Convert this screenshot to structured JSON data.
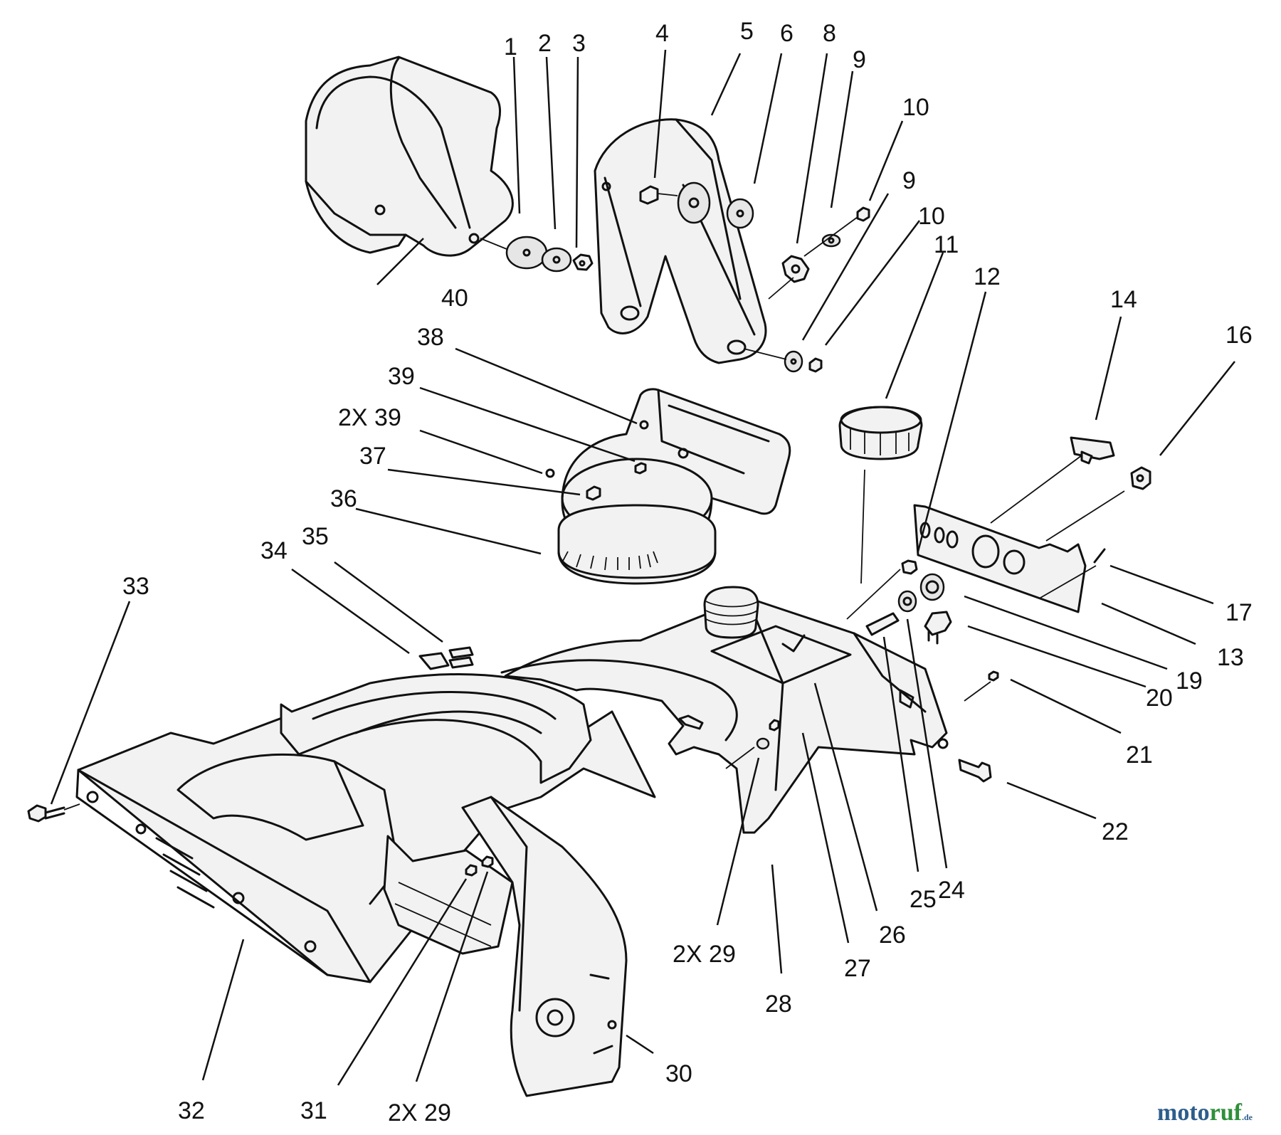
{
  "callouts": [
    {
      "id": "c1",
      "label": "1"
    },
    {
      "id": "c2",
      "label": "2"
    },
    {
      "id": "c3",
      "label": "3"
    },
    {
      "id": "c4",
      "label": "4"
    },
    {
      "id": "c5",
      "label": "5"
    },
    {
      "id": "c6",
      "label": "6"
    },
    {
      "id": "c8",
      "label": "8"
    },
    {
      "id": "c9a",
      "label": "9"
    },
    {
      "id": "c10a",
      "label": "10"
    },
    {
      "id": "c9b",
      "label": "9"
    },
    {
      "id": "c10b",
      "label": "10"
    },
    {
      "id": "c11",
      "label": "11"
    },
    {
      "id": "c12",
      "label": "12"
    },
    {
      "id": "c14",
      "label": "14"
    },
    {
      "id": "c16",
      "label": "16"
    },
    {
      "id": "c17",
      "label": "17"
    },
    {
      "id": "c13",
      "label": "13"
    },
    {
      "id": "c19",
      "label": "19"
    },
    {
      "id": "c20",
      "label": "20"
    },
    {
      "id": "c21",
      "label": "21"
    },
    {
      "id": "c22",
      "label": "22"
    },
    {
      "id": "c24",
      "label": "24"
    },
    {
      "id": "c25",
      "label": "25"
    },
    {
      "id": "c26",
      "label": "26"
    },
    {
      "id": "c27",
      "label": "27"
    },
    {
      "id": "c28",
      "label": "28"
    },
    {
      "id": "c29a",
      "label": "2X 29"
    },
    {
      "id": "c29b",
      "label": "2X 29"
    },
    {
      "id": "c30",
      "label": "30"
    },
    {
      "id": "c31",
      "label": "31"
    },
    {
      "id": "c32",
      "label": "32"
    },
    {
      "id": "c33",
      "label": "33"
    },
    {
      "id": "c34",
      "label": "34"
    },
    {
      "id": "c35",
      "label": "35"
    },
    {
      "id": "c36",
      "label": "36"
    },
    {
      "id": "c37",
      "label": "37"
    },
    {
      "id": "c38",
      "label": "38"
    },
    {
      "id": "c39a",
      "label": "39"
    },
    {
      "id": "c39b",
      "label": "2X 39"
    },
    {
      "id": "c40",
      "label": "40"
    }
  ],
  "brand": {
    "part1": "moto",
    "part2": "ruf",
    "tld": ".de"
  }
}
